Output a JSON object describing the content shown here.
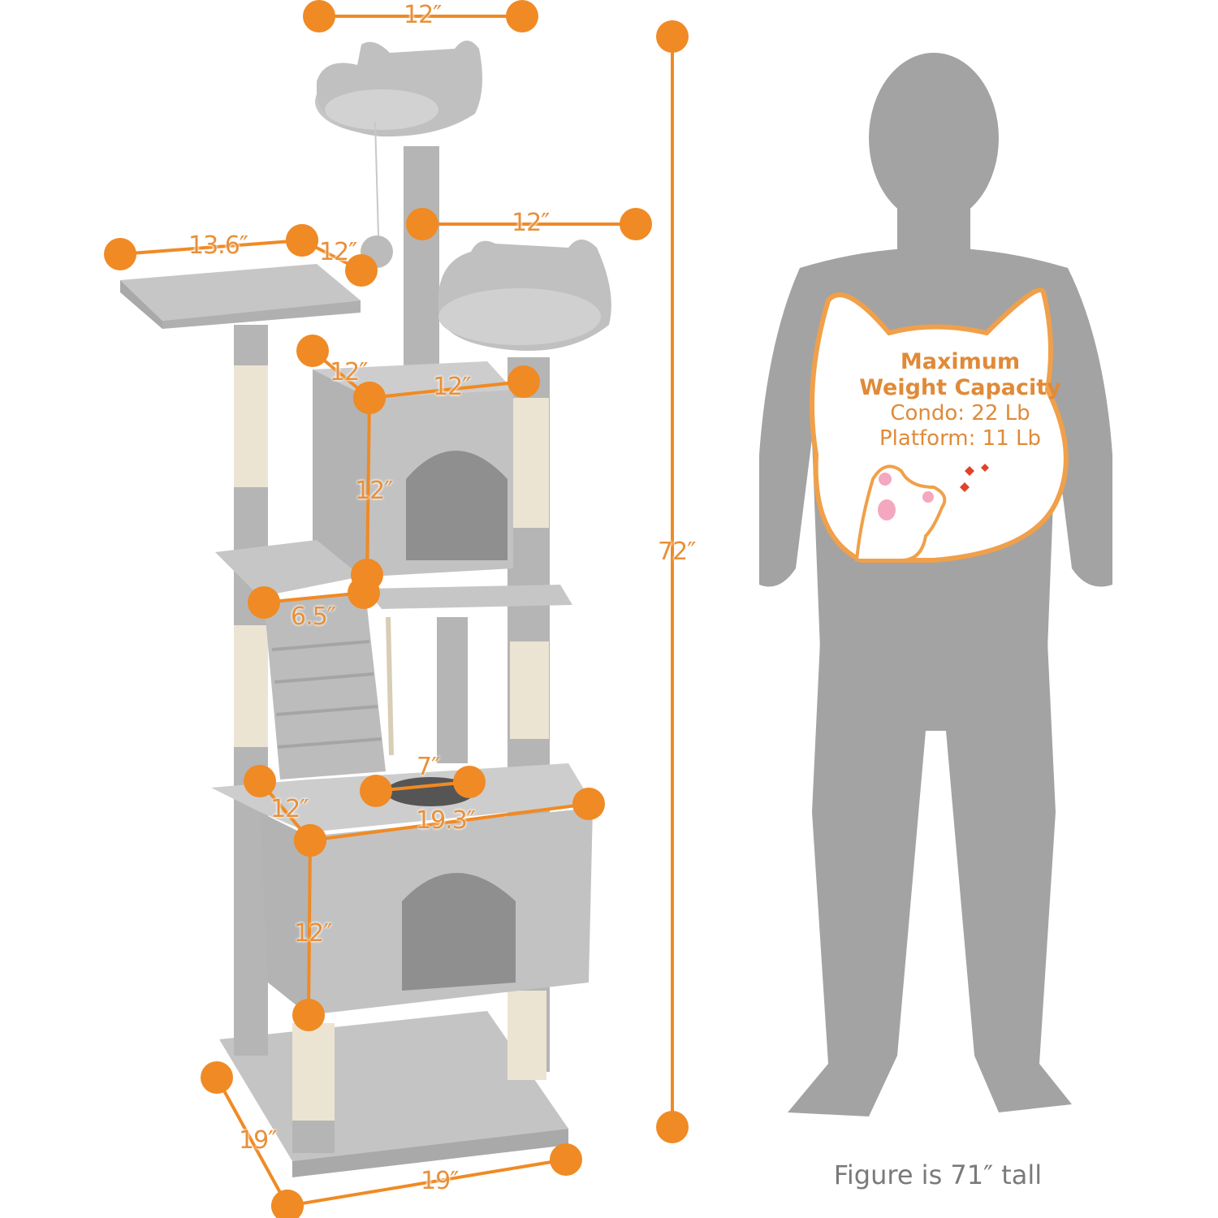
{
  "image": {
    "subject": "cat tree dimension diagram",
    "colors": {
      "accent": "#f08a24",
      "product_gray": "#b9b9b9",
      "sisal": "#ece4d3",
      "figure_gray": "#a3a3a3",
      "caption_gray": "#7a7a7a"
    }
  },
  "dimensions": {
    "top_perch_width": "12″",
    "overall_height": "72″",
    "side_perch_width": "12″",
    "left_platform_width": "13.6″",
    "left_platform_depth": "12″",
    "upper_condo_depth": "12″",
    "upper_condo_width": "12″",
    "upper_condo_height": "12″",
    "ladder_width": "6.5″",
    "opening_width": "7″",
    "lower_condo_depth": "12″",
    "lower_condo_width": "19.3″",
    "lower_condo_height": "12″",
    "base_depth": "19″",
    "base_width": "19″"
  },
  "badge": {
    "title_line1": "Maximum",
    "title_line2": "Weight Capacity",
    "condo": "Condo: 22 Lb",
    "platform": "Platform: 11 Lb"
  },
  "caption": "Figure is 71″ tall"
}
